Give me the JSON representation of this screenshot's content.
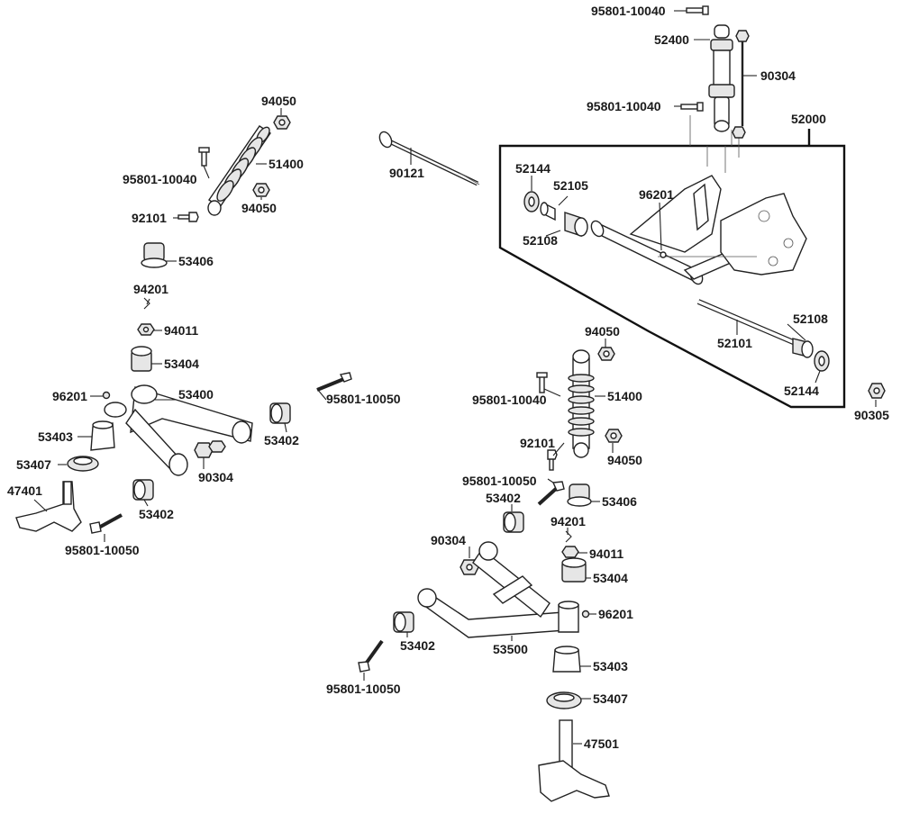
{
  "labels": {
    "L95801_10040_top": "95801-10040",
    "L52400": "52400",
    "L90304_top": "90304",
    "L95801_10040_mid": "95801-10040",
    "L52000": "52000",
    "L90121": "90121",
    "L52144_a": "52144",
    "L52105": "52105",
    "L96201_swing": "96201",
    "L52108_a": "52108",
    "L52108_b": "52108",
    "L52101": "52101",
    "L52144_b": "52144",
    "L90305": "90305",
    "L94050_a": "94050",
    "L51400_a": "51400",
    "L95801_10040_a": "95801-10040",
    "L94050_b": "94050",
    "L92101_a": "92101",
    "L53406_a": "53406",
    "L94201_a": "94201",
    "L94011_a": "94011",
    "L53404_a": "53404",
    "L96201_a": "96201",
    "L53400": "53400",
    "L95801_10050_a": "95801-10050",
    "L53403_a": "53403",
    "L53402_a": "53402",
    "L53407_a": "53407",
    "L90304_a": "90304",
    "L47401": "47401",
    "L53402_b": "53402",
    "L95801_10050_b": "95801-10050",
    "L94050_c": "94050",
    "L95801_10040_b": "95801-10040",
    "L51400_b": "51400",
    "L92101_b": "92101",
    "L94050_d": "94050",
    "L95801_10050_c": "95801-10050",
    "L53402_c": "53402",
    "L53406_b": "53406",
    "L94201_b": "94201",
    "L90304_b": "90304",
    "L94011_b": "94011",
    "L53404_b": "53404",
    "L96201_b": "96201",
    "L53402_d": "53402",
    "L53500": "53500",
    "L53403_b": "53403",
    "L95801_10050_d": "95801-10050",
    "L53407_b": "53407",
    "L47501": "47501"
  }
}
